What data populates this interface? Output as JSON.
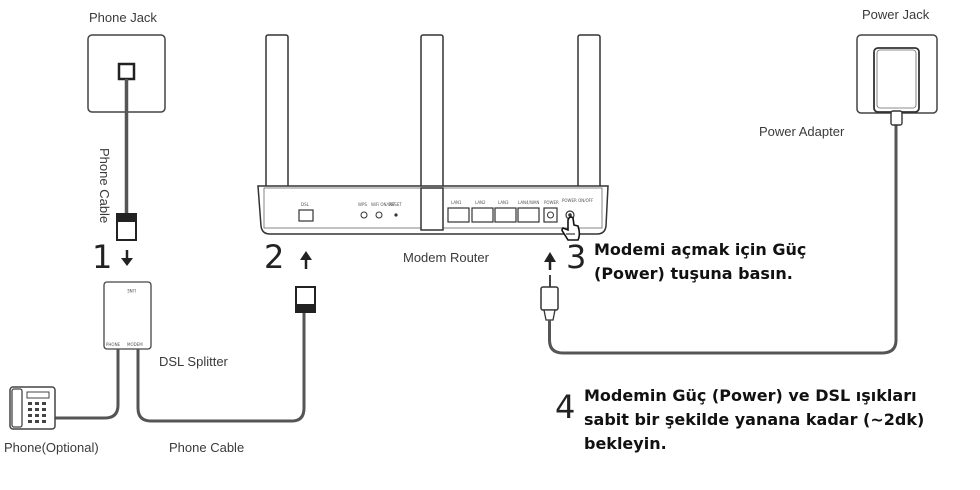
{
  "labels": {
    "phone_jack": "Phone Jack",
    "phone_cable_vertical": "Phone Cable",
    "phone_optional": "Phone(Optional)",
    "phone_cable_bottom": "Phone Cable",
    "dsl_splitter": "DSL Splitter",
    "modem_router": "Modem Router",
    "power_jack": "Power Jack",
    "power_adapter": "Power Adapter"
  },
  "splitter": {
    "top": "LINE",
    "phone": "PHONE",
    "modem": "MODEM"
  },
  "router_ports": {
    "dsl": "DSL",
    "wps": "WPS",
    "wifi": "WiFi ON/OFF",
    "reset": "RESET",
    "lan1": "LAN1",
    "lan2": "LAN2",
    "lan3": "LAN3",
    "lan4": "LAN4/WAN",
    "power": "POWER",
    "onoff": "POWER ON/OFF"
  },
  "steps": [
    {
      "number": "1"
    },
    {
      "number": "2"
    },
    {
      "number": "3",
      "text": "Modemi açmak için Güç (Power) tuşuna basın."
    },
    {
      "number": "4",
      "text": "Modemin Güç (Power) ve DSL ışıkları sabit bir şekilde yanana kadar (~2dk) bekleyin."
    }
  ],
  "icons": [
    "arrow-down-icon",
    "arrow-up-icon",
    "hand-pointer-icon",
    "telephone-icon"
  ]
}
